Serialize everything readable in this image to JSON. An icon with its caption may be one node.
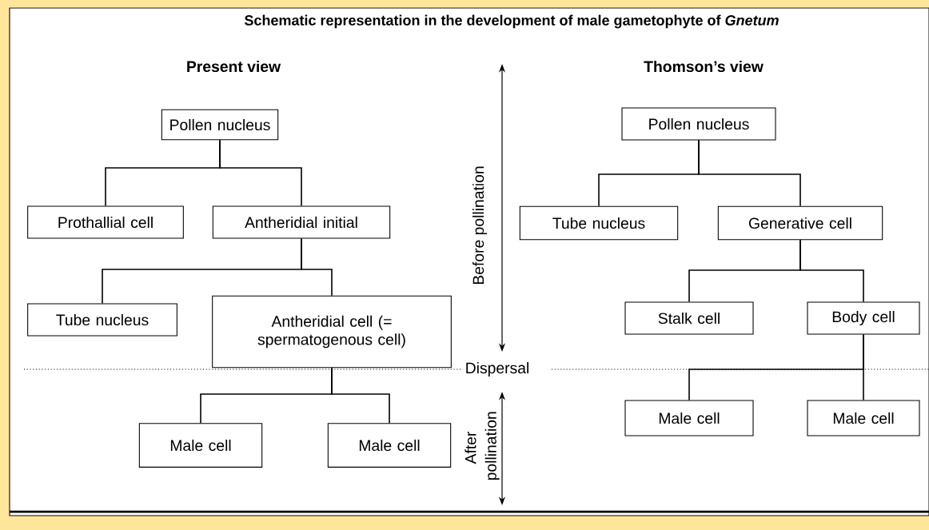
{
  "diagram": {
    "title": "Schematic representation in the development of male gametophyte of *Gnetum*",
    "nodes": [
      {
        "text": [
          "Pollen nucleus"
        ]
      },
      {
        "text": [
          "Prothallial cell"
        ]
      },
      {
        "text": [
          "Antheridial initial"
        ]
      },
      {
        "text": [
          "Tube nucleus"
        ]
      },
      {
        "text": [
          "Antheridial cell (= spermatogenous cell)"
        ]
      },
      {
        "text": [
          "Male cell"
        ]
      },
      {
        "text": [
          "Male cell"
        ]
      },
      {
        "text": [
          "Pollen nucleus"
        ]
      },
      {
        "text": [
          "Tube nucleus"
        ]
      },
      {
        "text": [
          "Generative cell"
        ]
      },
      {
        "text": [
          "Stalk cell"
        ]
      },
      {
        "text": [
          "Body cell"
        ]
      },
      {
        "text": [
          "Male cell"
        ]
      },
      {
        "text": [
          "Male cell"
        ]
      }
    ],
    "edges": [
      {
        "from": 0,
        "to": 1,
        "arrow": "none"
      },
      {
        "from": 0,
        "to": 2,
        "arrow": "none"
      },
      {
        "from": 2,
        "to": 3,
        "arrow": "none"
      },
      {
        "from": 2,
        "to": 4,
        "arrow": "none"
      },
      {
        "from": 4,
        "to": 5,
        "arrow": "none"
      },
      {
        "from": 4,
        "to": 6,
        "arrow": "none"
      },
      {
        "from": 7,
        "to": 8,
        "arrow": "none"
      },
      {
        "from": 7,
        "to": 9,
        "arrow": "none"
      },
      {
        "from": 9,
        "to": 10,
        "arrow": "none"
      },
      {
        "from": 9,
        "to": 11,
        "arrow": "none"
      },
      {
        "from": 11,
        "to": 12,
        "arrow": "none"
      },
      {
        "from": 11,
        "to": 13,
        "arrow": "none"
      }
    ],
    "labels": [
      "Present view",
      "Thomson’s view",
      "Before pollination",
      "Dispersal",
      "After pollination"
    ]
  }
}
